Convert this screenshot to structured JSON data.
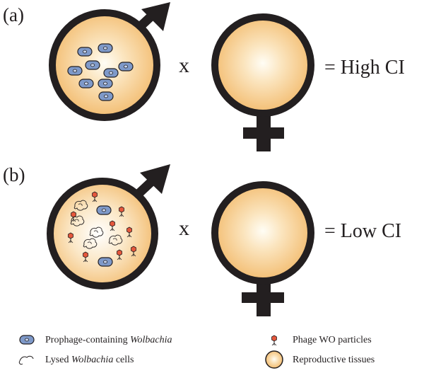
{
  "panels": [
    {
      "label": "(a)",
      "operator": "x",
      "result": "= High CI"
    },
    {
      "label": "(b)",
      "operator": "x",
      "result": "= Low CI"
    }
  ],
  "legend": {
    "prophage": {
      "before": "Prophage-containing ",
      "italic": "Wolbachia",
      "after": ""
    },
    "lysed": {
      "before": "Lysed ",
      "italic": "Wolbachia",
      "after": " cells"
    },
    "phage": {
      "text": "Phage WO particles"
    },
    "tissues": {
      "text": "Reproductive tissues"
    }
  },
  "colors": {
    "outline": "#231f20",
    "tissue_core": "#fffbee",
    "tissue_edge": "#f2b96a",
    "cell_fill": "#7e99c9",
    "cell_nucleus": "#c5d3ee",
    "phage_head": "#e4573c"
  },
  "icons": [
    "male-symbol-icon",
    "female-symbol-icon",
    "wolbachia-cell-icon",
    "lysed-cell-icon",
    "phage-particle-icon",
    "tissue-icon"
  ]
}
